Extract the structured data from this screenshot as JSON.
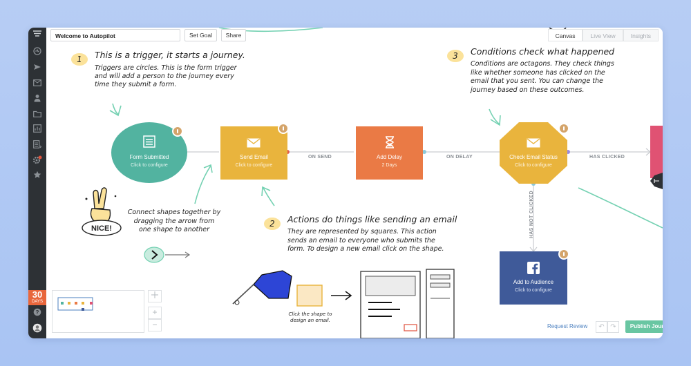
{
  "toolbar": {
    "journey_name": "Welcome to Autopilot",
    "set_goal": "Set Goal",
    "share": "Share"
  },
  "tabs": [
    {
      "label": "Canvas",
      "active": true
    },
    {
      "label": "Live View",
      "active": false
    },
    {
      "label": "Insights",
      "active": false
    }
  ],
  "sidebar": {
    "icons": [
      "pulse-icon",
      "send-icon",
      "mail-icon",
      "person-icon",
      "folder-icon",
      "chart-icon",
      "list-icon",
      "gear-icon",
      "star-icon"
    ],
    "days_number": "30",
    "days_label": "DAYS",
    "help_icon": "help-icon",
    "avatar": "avatar"
  },
  "tips": {
    "t1_num": "1",
    "t1_title": "This is a trigger, it starts a journey.",
    "t1_line1": "Triggers are circles. This is the form trigger",
    "t1_line2": "and will add a person to the journey every",
    "t1_line3": "time they submit a form.",
    "t2_num": "2",
    "t2_title": "Actions do things like sending an email",
    "t2_line1": "They are represented by squares. This action",
    "t2_line2": "sends an email to everyone who submits the",
    "t2_line3": "form. To design a new email click on the shape.",
    "t3_num": "3",
    "t3_title": "Conditions check what happened",
    "t3_line1": "Conditions are octagons. They check things",
    "t3_line2": "like whether someone has clicked on the",
    "t3_line3": "email that you sent. You can change the",
    "t3_line4": "journey based on these outcomes.",
    "connect_line1": "Connect shapes together by",
    "connect_line2": "dragging the arrow from",
    "connect_line3": "one shape to another",
    "nice": "NICE!",
    "click_line1": "Click the shape to",
    "click_line2": "design an email."
  },
  "nodes": {
    "form": {
      "label": "Form Submitted",
      "sub": "Click to configure",
      "color": "#52b3a0"
    },
    "send": {
      "label": "Send Email",
      "sub": "Click to configure",
      "color": "#e9b43d"
    },
    "delay": {
      "label": "Add Delay",
      "sub": "2 Days",
      "color": "#ea7a45"
    },
    "check": {
      "label": "Check Email Status",
      "sub": "Click to configure",
      "color": "#e9b43d"
    },
    "audience": {
      "label": "Add to Audience",
      "sub": "Click to configure",
      "color": "#3f5a99"
    }
  },
  "edges": {
    "on_send": "ON SEND",
    "on_delay": "ON DELAY",
    "has_clicked": "HAS CLICKED",
    "has_not_clicked": "HAS NOT CLICKED"
  },
  "footer": {
    "request_review": "Request Review",
    "publish": "Publish Journey",
    "undo_icon": "undo-icon",
    "redo_icon": "redo-icon"
  },
  "zoom": {
    "plus": "+",
    "minus": "−"
  }
}
